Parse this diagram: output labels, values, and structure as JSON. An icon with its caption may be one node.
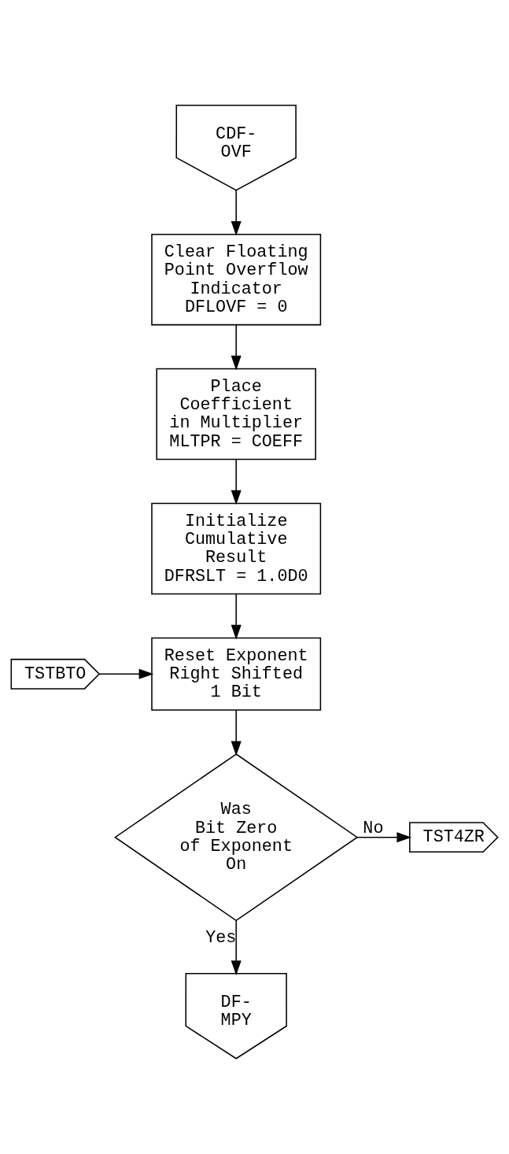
{
  "diagram": {
    "nodes": [
      {
        "text": [
          "CDF- OVF"
        ]
      },
      {
        "text": [
          "Clear Floating Point Overflow Indicator DFLOVF = 0"
        ]
      },
      {
        "text": [
          "Place Coefficient in Multiplier MLTPR = COEFF"
        ]
      },
      {
        "text": [
          "Initialize Cumulative Result DFRSLT = 1.0D0"
        ]
      },
      {
        "text": [
          "TSTBTO"
        ]
      },
      {
        "text": [
          "Reset Exponent Right Shifted 1 Bit"
        ]
      },
      {
        "text": [
          "Was Bit Zero of Exponent On"
        ]
      },
      {
        "text": [
          "TST4ZR"
        ]
      },
      {
        "text": [
          "DF- MPY"
        ]
      }
    ],
    "edges": [
      {
        "from": 0,
        "to": 1,
        "arrow": "to"
      },
      {
        "from": 1,
        "to": 2,
        "arrow": "to"
      },
      {
        "from": 2,
        "to": 3,
        "arrow": "to"
      },
      {
        "from": 3,
        "to": 5,
        "arrow": "to"
      },
      {
        "from": 4,
        "to": 5,
        "arrow": "to"
      },
      {
        "from": 5,
        "to": 6,
        "arrow": "to"
      },
      {
        "from": 6,
        "to": 7,
        "arrow": "to",
        "label": "No"
      },
      {
        "from": 6,
        "to": 8,
        "arrow": "to",
        "label": "Yes"
      }
    ]
  }
}
